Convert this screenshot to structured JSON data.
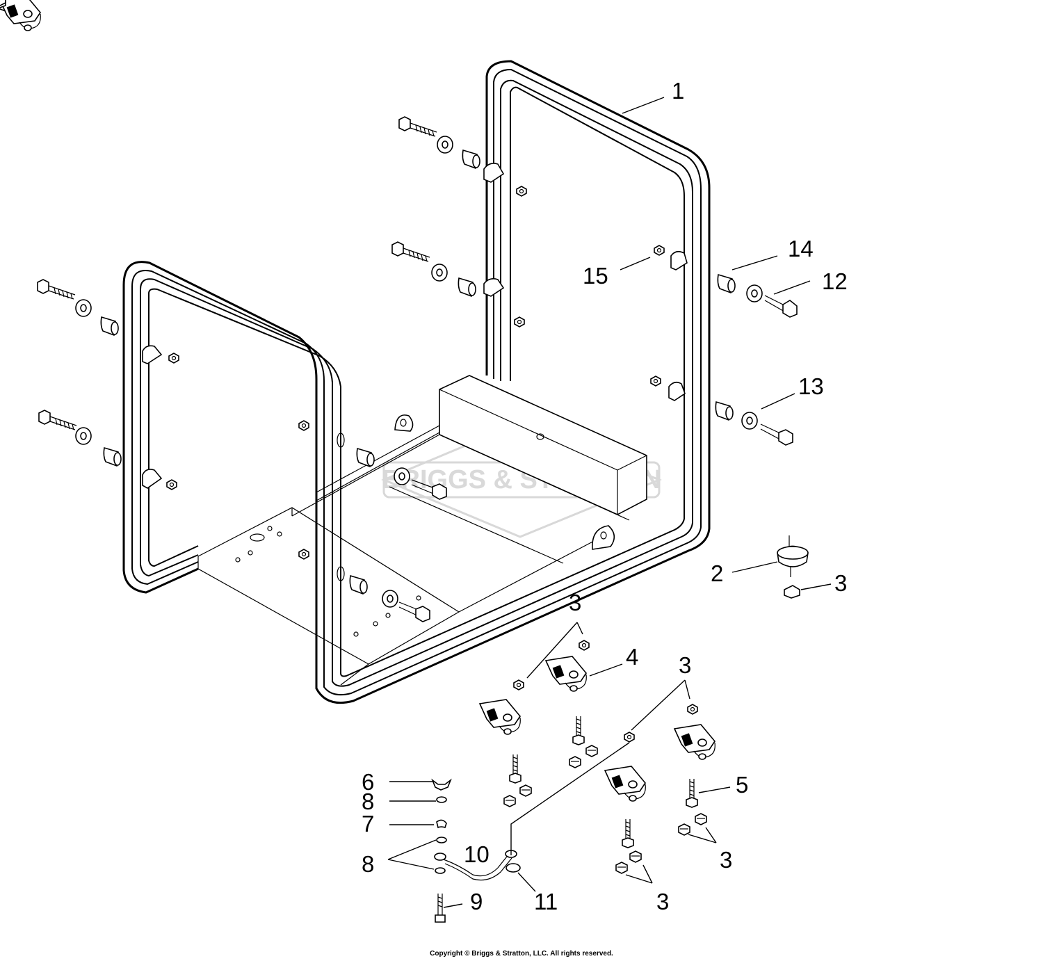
{
  "diagram": {
    "watermark": "BRIGGS & STRATTON",
    "callouts": [
      {
        "id": "c1",
        "label": "1"
      },
      {
        "id": "c2",
        "label": "2"
      },
      {
        "id": "c3a",
        "label": "3"
      },
      {
        "id": "c3b",
        "label": "3"
      },
      {
        "id": "c3c",
        "label": "3"
      },
      {
        "id": "c3d",
        "label": "3"
      },
      {
        "id": "c3e",
        "label": "3"
      },
      {
        "id": "c4",
        "label": "4"
      },
      {
        "id": "c5",
        "label": "5"
      },
      {
        "id": "c6",
        "label": "6"
      },
      {
        "id": "c7",
        "label": "7"
      },
      {
        "id": "c8a",
        "label": "8"
      },
      {
        "id": "c8b",
        "label": "8"
      },
      {
        "id": "c9",
        "label": "9"
      },
      {
        "id": "c10",
        "label": "10"
      },
      {
        "id": "c11",
        "label": "11"
      },
      {
        "id": "c12",
        "label": "12"
      },
      {
        "id": "c13",
        "label": "13"
      },
      {
        "id": "c14",
        "label": "14"
      },
      {
        "id": "c15",
        "label": "15"
      }
    ]
  },
  "copyright": "Copyright © Briggs & Stratton, LLC. All rights reserved."
}
